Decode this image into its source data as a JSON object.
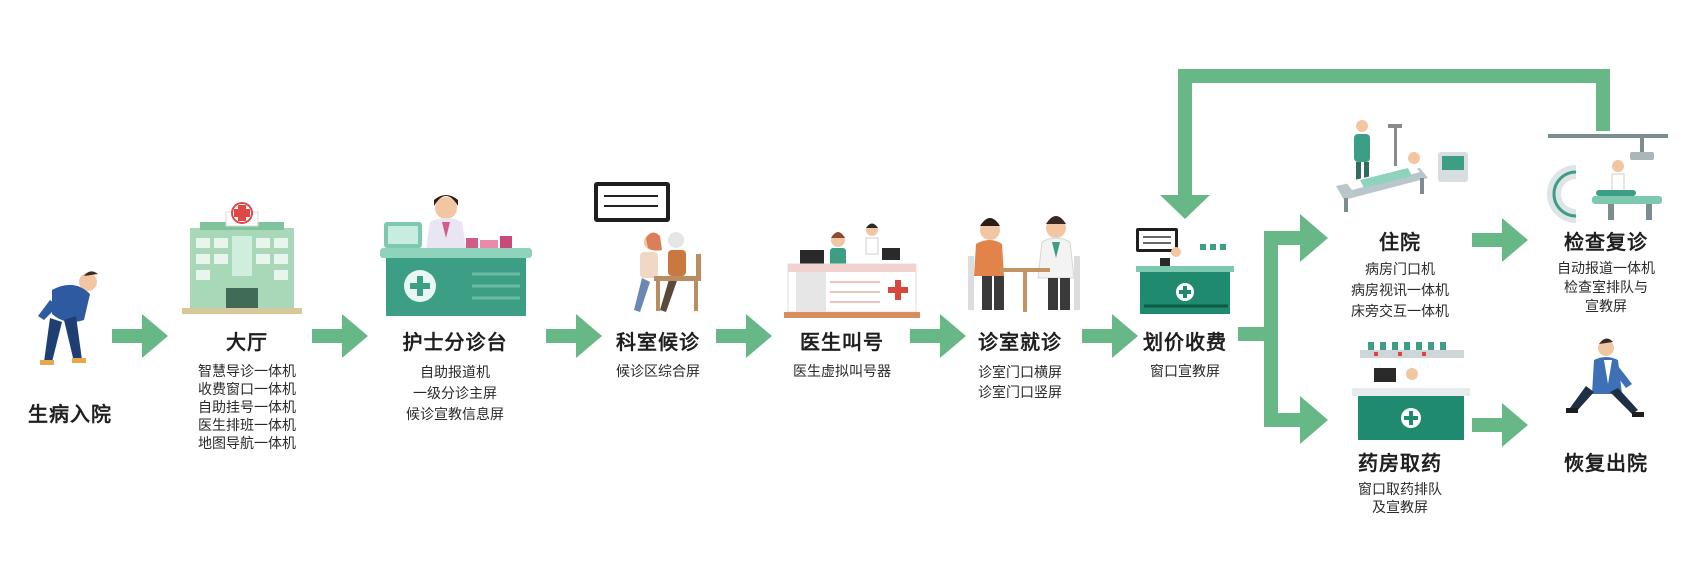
{
  "colors": {
    "arrow": "#68b887",
    "teal": "#3d9e86",
    "teal_light": "#7ec8b0",
    "brick": "#d98c5f",
    "patient_blue": "#1f3f73"
  },
  "steps": {
    "patient": {
      "title": "生病入院"
    },
    "hall": {
      "title": "大厅",
      "desc": [
        "智慧导诊一体机",
        "收费窗口一体机",
        "自助挂号一体机",
        "医生排班一体机",
        "地图导航一体机"
      ]
    },
    "nurse_desk": {
      "title": "护士分诊台",
      "desc": [
        "自助报道机",
        "一级分诊主屏",
        "候诊宣教信息屏"
      ]
    },
    "waiting": {
      "title": "科室候诊",
      "desc": [
        "候诊区综合屏"
      ]
    },
    "doctor_call": {
      "title": "医生叫号",
      "desc": [
        "医生虚拟叫号器"
      ]
    },
    "consult": {
      "title": "诊室就诊",
      "desc": [
        "诊室门口横屏",
        "诊室门口竖屏"
      ]
    },
    "billing": {
      "title": "划价收费",
      "desc": [
        "窗口宣教屏"
      ]
    },
    "inpatient": {
      "title": "住院",
      "desc": [
        "病房门口机",
        "病房视讯一体机",
        "床旁交互一体机"
      ]
    },
    "pharmacy": {
      "title": "药房取药",
      "desc": [
        "窗口取药排队",
        "及宣教屏"
      ]
    },
    "review": {
      "title": "检查复诊",
      "desc": [
        "自动报道一体机",
        "检查室排队与",
        "宣教屏"
      ]
    },
    "discharge": {
      "title": "恢复出院"
    }
  },
  "icons": [
    "patient-back-pain-icon",
    "hospital-building-icon",
    "nurse-desk-icon",
    "waiting-room-icon",
    "doctor-call-desk-icon",
    "consultation-icon",
    "billing-counter-icon",
    "hospital-bed-icon",
    "pharmacy-counter-icon",
    "scanner-exam-icon",
    "walking-man-icon"
  ]
}
